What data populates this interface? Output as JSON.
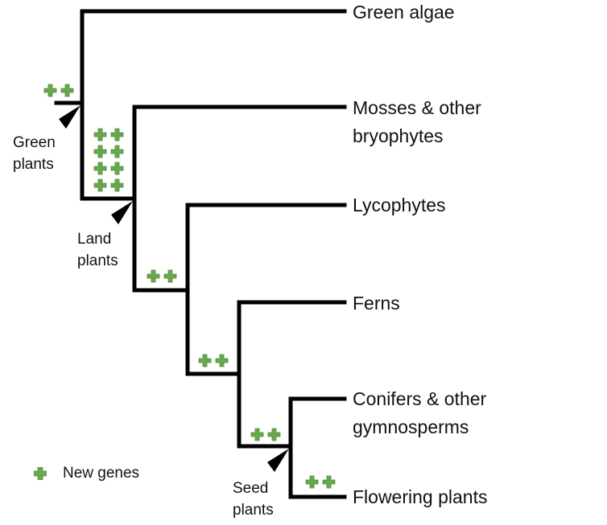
{
  "taxa": [
    {
      "id": "green-algae",
      "lines": [
        "Green algae"
      ]
    },
    {
      "id": "mosses",
      "lines": [
        "Mosses & other",
        "bryophytes"
      ]
    },
    {
      "id": "lycophytes",
      "lines": [
        "Lycophytes"
      ]
    },
    {
      "id": "ferns",
      "lines": [
        "Ferns"
      ]
    },
    {
      "id": "conifers",
      "lines": [
        "Conifers & other",
        "gymnosperms"
      ]
    },
    {
      "id": "flowering",
      "lines": [
        "Flowering plants"
      ]
    }
  ],
  "clades": [
    {
      "id": "green-plants",
      "lines": [
        "Green",
        "plants"
      ]
    },
    {
      "id": "land-plants",
      "lines": [
        "Land",
        "plants"
      ]
    },
    {
      "id": "seed-plants",
      "lines": [
        "Seed",
        "plants"
      ]
    }
  ],
  "gene_markers": [
    {
      "branch": "green-plants-stem",
      "count": 2
    },
    {
      "branch": "land-plants-stem",
      "count": 8
    },
    {
      "branch": "vascular-stem",
      "count": 2
    },
    {
      "branch": "euphyllophyte-stem",
      "count": 2
    },
    {
      "branch": "seed-plants-stem",
      "count": 2
    },
    {
      "branch": "flowering-stem",
      "count": 2
    }
  ],
  "legend": {
    "label": "New genes"
  },
  "colors": {
    "branch": "#000000",
    "plus_fill": "#6aa84f",
    "plus_stroke": "#4e8a36"
  }
}
